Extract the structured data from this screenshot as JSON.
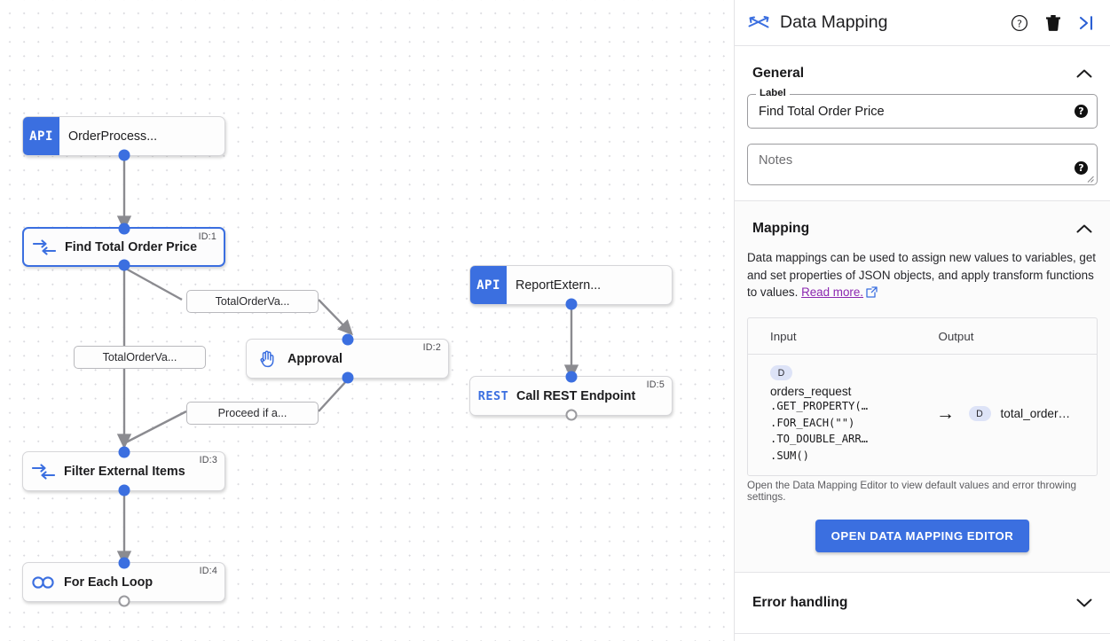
{
  "canvas": {
    "nodes": [
      {
        "id": "n0",
        "badge": "API",
        "title": "OrderProcess...",
        "idtag": "",
        "selected": false,
        "kind": "api"
      },
      {
        "id": "n1",
        "icon": "data-mapping-icon",
        "title": "Find Total Order Price",
        "idtag": "ID:1",
        "selected": true,
        "kind": "task"
      },
      {
        "id": "n2",
        "icon": "hand-icon",
        "title": "Approval",
        "idtag": "ID:2",
        "selected": false,
        "kind": "task"
      },
      {
        "id": "n3",
        "icon": "data-mapping-icon",
        "title": "Filter External Items",
        "idtag": "ID:3",
        "selected": false,
        "kind": "task"
      },
      {
        "id": "n4",
        "icon": "loop-icon",
        "title": "For Each Loop",
        "idtag": "ID:4",
        "selected": false,
        "kind": "task"
      },
      {
        "id": "n5",
        "badge": "API",
        "title": "ReportExtern...",
        "idtag": "",
        "selected": false,
        "kind": "api"
      },
      {
        "id": "n6",
        "badge": "REST",
        "title": "Call REST Endpoint",
        "idtag": "ID:5",
        "selected": false,
        "kind": "rest"
      }
    ],
    "edge_labels": [
      {
        "id": "e1",
        "text": "TotalOrderVa..."
      },
      {
        "id": "e2",
        "text": "TotalOrderVa..."
      },
      {
        "id": "e3",
        "text": "Proceed if a..."
      }
    ]
  },
  "panel": {
    "title": "Data Mapping",
    "header_icons": {
      "type": "data-mapping-icon",
      "help": "help-icon",
      "delete": "trash-icon",
      "collapse": "collapse-panel-icon"
    },
    "general": {
      "heading": "General",
      "collapsed": false,
      "label_legend": "Label",
      "label_value": "Find Total Order Price",
      "notes_placeholder": "Notes"
    },
    "mapping": {
      "heading": "Mapping",
      "collapsed": false,
      "description": "Data mappings can be used to assign new values to variables, get and set properties of JSON objects, and apply transform functions to values.",
      "link_text": "Read more.",
      "table": {
        "columns": [
          "Input",
          "Output"
        ],
        "rows": [
          {
            "input_badge": "D",
            "input_name": "orders_request",
            "input_chain": [
              ".GET_PROPERTY(…",
              ".FOR_EACH(\"\")",
              ".TO_DOUBLE_ARR…",
              ".SUM()"
            ],
            "arrow": "→",
            "output_badge": "D",
            "output_name": "total_order…"
          }
        ]
      },
      "hint": "Open the Data Mapping Editor to view default values and error throwing settings.",
      "button": "OPEN DATA MAPPING EDITOR"
    },
    "error_handling": {
      "heading": "Error handling",
      "collapsed": true
    }
  },
  "colors": {
    "accent_blue": "#3b6fe0",
    "link_purple": "#8b27b0",
    "badge_lavender": "#dde3f7",
    "edge_gray": "#8b8b90"
  }
}
